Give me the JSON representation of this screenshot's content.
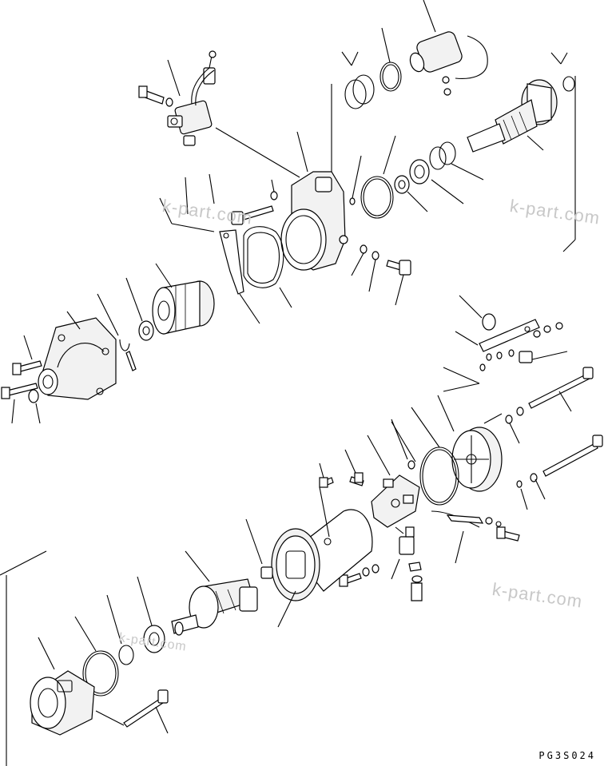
{
  "diagram": {
    "drawing_code": "PG3S024",
    "watermarks": [
      "k-part.com",
      "k-part.com",
      "k-part.com",
      "k-part.com"
    ]
  }
}
